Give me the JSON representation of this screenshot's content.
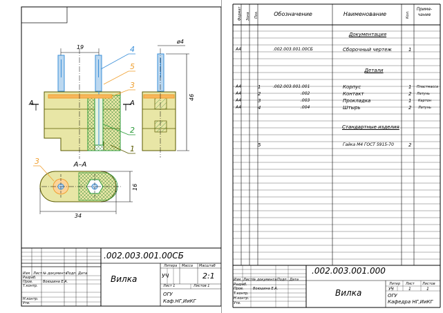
{
  "drawing": {
    "code": ".002.003.001.00СБ",
    "name": "Вилка",
    "scale": "2:1",
    "letter": "УЧ",
    "sheet_label": "Лист 1",
    "sheets_label": "Листов 1",
    "org_line1": "ОГУ",
    "org_line2": "Каф.НГ,ИиКГ",
    "developer": "Воюшина Е.А.",
    "col_headers": {
      "litera": "Литера",
      "mass": "Масса",
      "scale": "Масштаб"
    },
    "row_labels": {
      "change": "Изм",
      "sheet": "Лист",
      "doc": "№ документа",
      "sign": "Подп.",
      "date": "Дата",
      "dev": "Разраб.",
      "check": "Пров.",
      "tcontrol": "Т.контр.",
      "ncontrol": "Н.контр.",
      "approve": "Утв."
    },
    "dims": {
      "d19": "19",
      "d4": "ø4",
      "d46": "46",
      "d16": "16",
      "d34": "34"
    },
    "section_label": "А–А",
    "cut_a1": "А",
    "cut_a2": "А",
    "leaders": {
      "n1": "1",
      "n2": "2",
      "n3": "3",
      "n4": "4",
      "n5": "5",
      "n3b": "3"
    }
  },
  "spec": {
    "headers": {
      "format": "Формат",
      "zone": "Зона",
      "pos": "Поз.",
      "designation": "Обозначение",
      "name": "Наименование",
      "qty": "Кол.",
      "note1": "Приме-",
      "note2": "чание"
    },
    "rows": [
      {
        "format": "",
        "pos": "",
        "designation": "",
        "name": "Документация",
        "qty": "",
        "note": "",
        "section": true
      },
      {
        "format": "А4",
        "pos": "",
        "designation": ".002.003.001.00СБ",
        "name": "Сборочный чертеж",
        "qty": "1",
        "note": ""
      },
      {
        "format": "",
        "pos": "",
        "designation": "",
        "name": "Детали",
        "qty": "",
        "note": "",
        "section": true
      },
      {
        "format": "А4",
        "pos": "1",
        "designation": ".002.003.001.001",
        "name": "Корпус",
        "qty": "1",
        "note": "Пластмасса"
      },
      {
        "format": "А4",
        "pos": "2",
        "designation": ".002",
        "name": "Контакт",
        "qty": "2",
        "note": "Латунь"
      },
      {
        "format": "А4",
        "pos": "3",
        "designation": ".003",
        "name": "Прокладка",
        "qty": "1",
        "note": "Картон"
      },
      {
        "format": "А4",
        "pos": "4",
        "designation": ".004",
        "name": "Штырь",
        "qty": "2",
        "note": "Латунь"
      },
      {
        "format": "",
        "pos": "",
        "designation": "",
        "name": "Стандартные изделия",
        "qty": "",
        "note": "",
        "section": true
      },
      {
        "format": "",
        "pos": "5",
        "designation": "",
        "name": "Гайка М4 ГОСТ 5915-70",
        "qty": "2",
        "note": ""
      }
    ],
    "stamp": {
      "code": ".002.003.001.000",
      "name": "Вилка",
      "litera_label": "Литер",
      "sheet_label": "Лист",
      "sheets_label": "Листов",
      "litera": "УЧ",
      "sheet": "1",
      "sheets": "1",
      "org_line1": "ОГУ",
      "org_line2": "Кафедра НГ,ИиКГ",
      "developer": "Воюшина Е.А."
    }
  },
  "colors": {
    "body": "#e8e6a6",
    "body_stroke": "#5a5a00",
    "blue": "#3a8fd9",
    "orange": "#f0a030",
    "green": "#2a9a3a",
    "hatch": "#3a8a3a"
  }
}
